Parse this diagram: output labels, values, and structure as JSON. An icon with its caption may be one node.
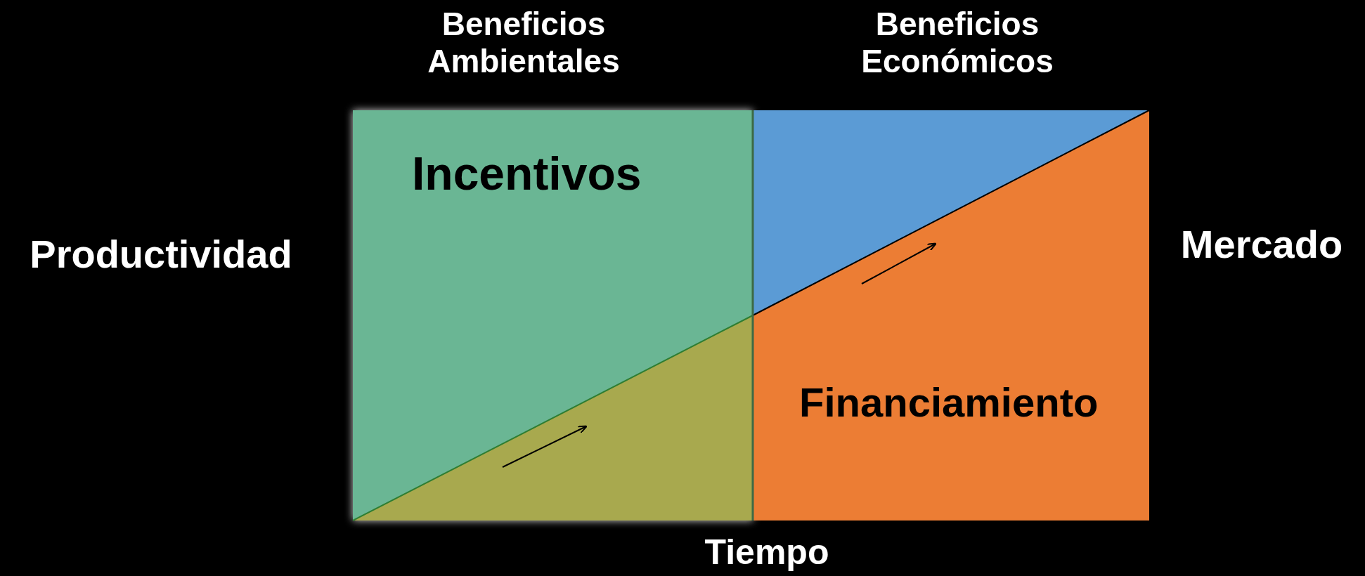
{
  "diagram": {
    "nodes": [
      {
        "text": [
          "Incentivos"
        ]
      },
      {
        "text": [
          "Financiamiento"
        ]
      }
    ],
    "edges": [],
    "labels": [
      "Beneficios Ambientales",
      "Beneficios Económicos",
      "Productividad",
      "Mercado",
      "Tiempo"
    ]
  }
}
